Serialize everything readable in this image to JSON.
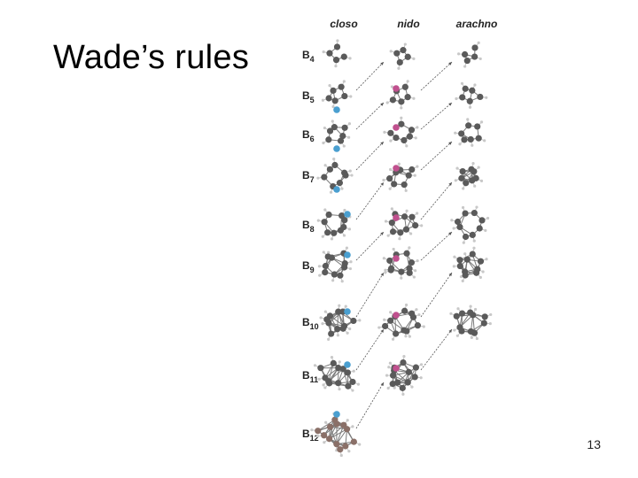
{
  "slide": {
    "title": "Wade’s rules",
    "page_number": "13"
  },
  "figure": {
    "columns": [
      "closo",
      "nido",
      "arachno"
    ],
    "rows": [
      {
        "base": "B",
        "sub": "4",
        "closo": true,
        "nido": true,
        "arachno": true
      },
      {
        "base": "B",
        "sub": "5",
        "closo": true,
        "nido": true,
        "arachno": true
      },
      {
        "base": "B",
        "sub": "6",
        "closo": true,
        "nido": true,
        "arachno": true
      },
      {
        "base": "B",
        "sub": "7",
        "closo": true,
        "nido": true,
        "arachno": true
      },
      {
        "base": "B",
        "sub": "8",
        "closo": true,
        "nido": true,
        "arachno": true
      },
      {
        "base": "B",
        "sub": "9",
        "closo": true,
        "nido": true,
        "arachno": true
      },
      {
        "base": "B",
        "sub": "10",
        "closo": true,
        "nido": true,
        "arachno": true
      },
      {
        "base": "B",
        "sub": "11",
        "closo": true,
        "nido": true,
        "arachno": false
      },
      {
        "base": "B",
        "sub": "12",
        "closo": true,
        "nido": false,
        "arachno": false
      }
    ],
    "colors": {
      "atom": "#5a5a5a",
      "hydrogen": "#c8c8c8",
      "bond": "#7a7a7a",
      "removed_closo": "#4a9fd0",
      "removed_nido": "#c0508e",
      "b12_cluster": "#8a7068",
      "arrow": "#555555"
    }
  }
}
